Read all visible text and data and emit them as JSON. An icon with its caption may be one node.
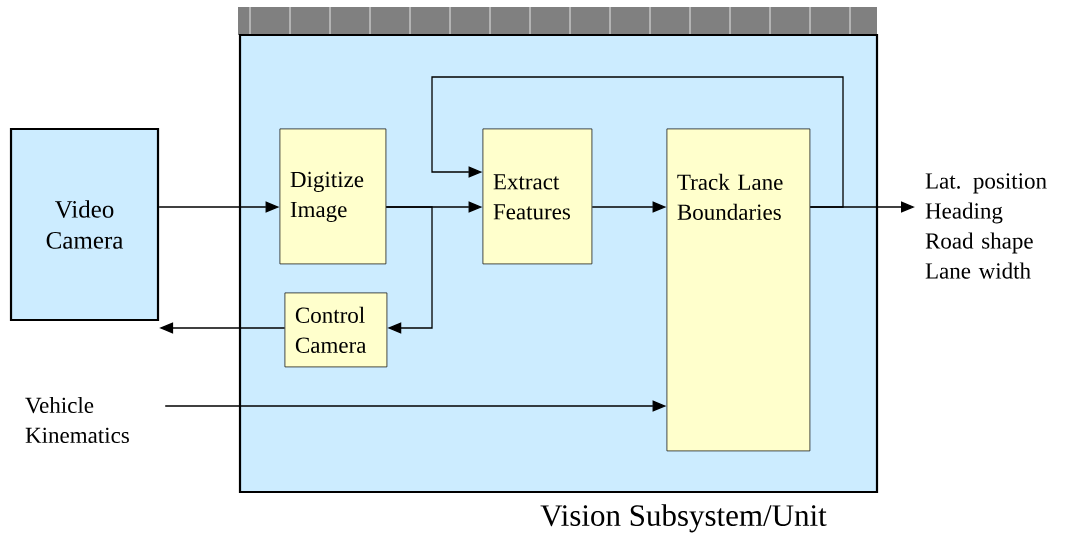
{
  "diagram": {
    "nodes": [
      {
        "text": [
          "Vision Subsystem/Unit"
        ]
      },
      {
        "text": [
          "Video Camera"
        ]
      },
      {
        "text": [
          "Digitize Image"
        ],
        "in": 0
      },
      {
        "text": [
          "Control Camera"
        ],
        "in": 0
      },
      {
        "text": [
          "Extract Features"
        ],
        "in": 0
      },
      {
        "text": [
          "Track Lane Boundaries"
        ],
        "in": 0
      },
      {
        "text": [
          "Vehicle Kinematics"
        ]
      },
      {
        "text": [
          "Lat. position",
          "Heading",
          "Road shape",
          "Lane width"
        ]
      }
    ],
    "edges": [
      {
        "from": 1,
        "to": 2,
        "arrow": "to"
      },
      {
        "from": 2,
        "to": 4,
        "arrow": "to"
      },
      {
        "from": 2,
        "to": 3,
        "arrow": "to"
      },
      {
        "from": 3,
        "to": 1,
        "arrow": "to"
      },
      {
        "from": 4,
        "to": 5,
        "arrow": "to"
      },
      {
        "from": 5,
        "to": 7,
        "arrow": "to"
      },
      {
        "from": 5,
        "to": 4,
        "arrow": "to"
      },
      {
        "from": 6,
        "to": 5,
        "arrow": "to"
      }
    ]
  }
}
